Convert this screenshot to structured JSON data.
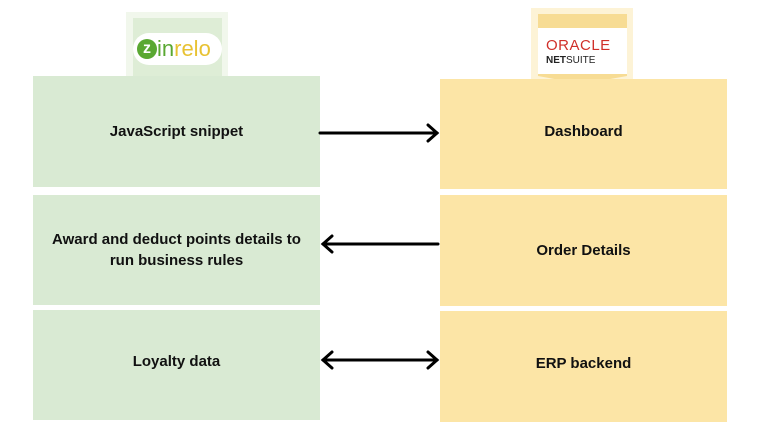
{
  "logos": {
    "left": {
      "name": "zinrelo",
      "text_z": "z",
      "text_in": "in",
      "text_relo": "relo"
    },
    "right": {
      "name": "Oracle NetSuite",
      "line1": "ORACLE",
      "line2_bold": "NET",
      "line2": "SUITE"
    }
  },
  "left_column": [
    {
      "label": "JavaScript snippet"
    },
    {
      "label": "Award and deduct points details to run business rules"
    },
    {
      "label": "Loyalty data"
    }
  ],
  "right_column": [
    {
      "label": "Dashboard"
    },
    {
      "label": "Order Details"
    },
    {
      "label": "ERP backend"
    }
  ],
  "arrows": [
    {
      "direction": "right"
    },
    {
      "direction": "left"
    },
    {
      "direction": "both"
    }
  ],
  "colors": {
    "left": "#d9ead3",
    "right": "#fce5a6",
    "arrow": "#000000",
    "zinrelo_green": "#5aa832",
    "zinrelo_yellow": "#e8c233",
    "oracle_red": "#d0302a"
  }
}
